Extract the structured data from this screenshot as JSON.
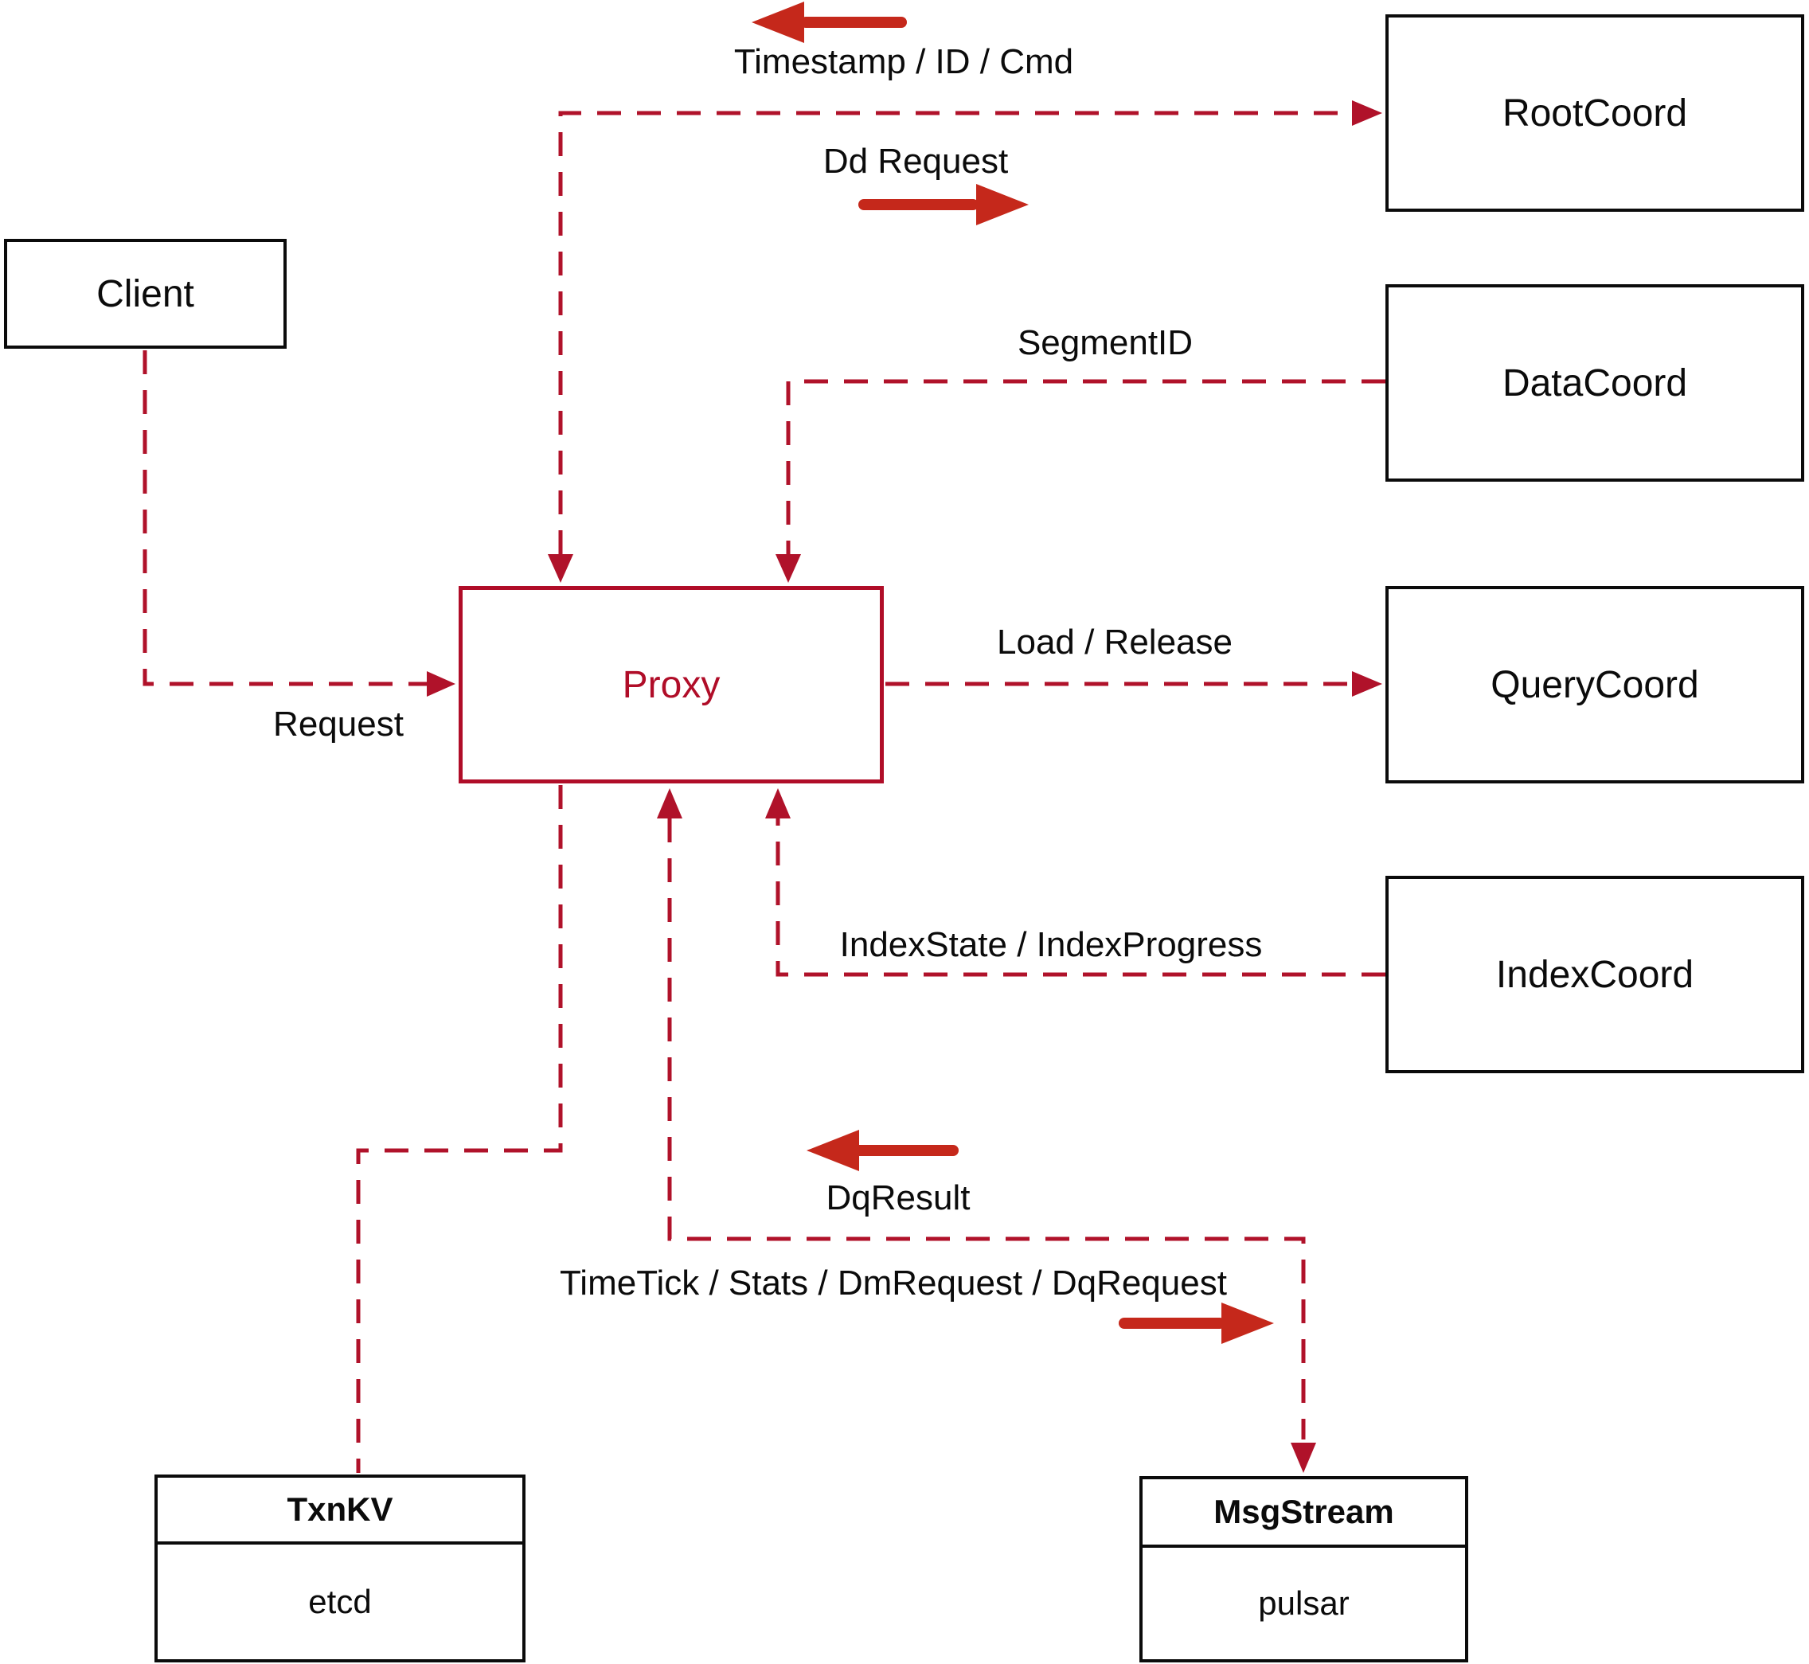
{
  "diagram": {
    "kind": "architecture-flow-diagram",
    "colors": {
      "dashed_line": "#b0122a",
      "proxy_accent": "#b00d28",
      "solid_arrow": "#c5281b",
      "box_border": "#0b0b0b",
      "background": "#ffffff",
      "text": "#0b0b0b"
    },
    "nodes": {
      "client": {
        "label": "Client"
      },
      "proxy": {
        "label": "Proxy"
      },
      "rootcoord": {
        "label": "RootCoord"
      },
      "datacoord": {
        "label": "DataCoord"
      },
      "querycoord": {
        "label": "QueryCoord"
      },
      "indexcoord": {
        "label": "IndexCoord"
      },
      "txnkv": {
        "title": "TxnKV",
        "sub": "etcd"
      },
      "msgstream": {
        "title": "MsgStream",
        "sub": "pulsar"
      }
    },
    "edges": {
      "client_to_proxy": {
        "label": "Request",
        "from": "Client",
        "to": "Proxy"
      },
      "proxy_to_rootcoord": {
        "label_up": "Timestamp / ID / Cmd",
        "label_down": "Dd Request",
        "from": "Proxy",
        "to": "RootCoord"
      },
      "datacoord_to_proxy": {
        "label": "SegmentID",
        "from": "DataCoord",
        "to": "Proxy"
      },
      "proxy_to_querycoord": {
        "label": "Load / Release",
        "from": "Proxy",
        "to": "QueryCoord"
      },
      "indexcoord_to_proxy": {
        "label": "IndexState / IndexProgress",
        "from": "IndexCoord",
        "to": "Proxy"
      },
      "proxy_to_txnkv": {
        "label": "",
        "from": "Proxy",
        "to": "TxnKV"
      },
      "proxy_msgstream": {
        "label_up": "DqResult",
        "label_down": "TimeTick / Stats / DmRequest / DqRequest",
        "from": "Proxy",
        "to": "MsgStream"
      }
    }
  }
}
